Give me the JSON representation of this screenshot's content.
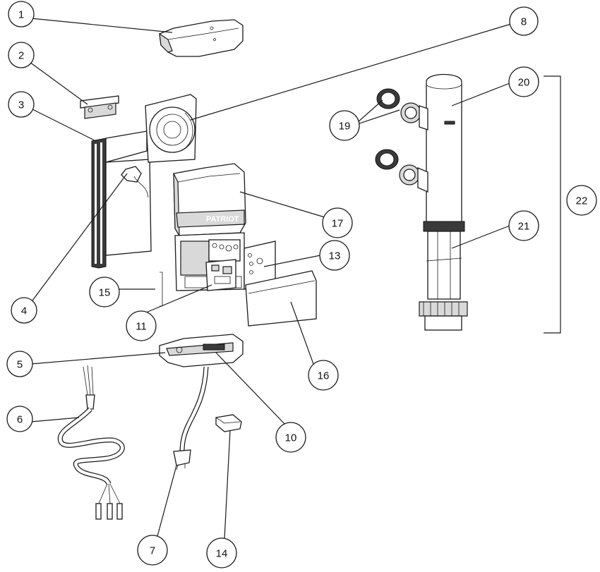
{
  "brand_text": "PATRIOT",
  "callouts": [
    {
      "id": 1,
      "label": "1"
    },
    {
      "id": 2,
      "label": "2"
    },
    {
      "id": 3,
      "label": "3"
    },
    {
      "id": 4,
      "label": "4"
    },
    {
      "id": 5,
      "label": "5"
    },
    {
      "id": 6,
      "label": "6"
    },
    {
      "id": 7,
      "label": "7"
    },
    {
      "id": 8,
      "label": "8"
    },
    {
      "id": 10,
      "label": "10"
    },
    {
      "id": 11,
      "label": "11"
    },
    {
      "id": 13,
      "label": "13"
    },
    {
      "id": 14,
      "label": "14"
    },
    {
      "id": 15,
      "label": "15"
    },
    {
      "id": 16,
      "label": "16"
    },
    {
      "id": 17,
      "label": "17"
    },
    {
      "id": 19,
      "label": "19"
    },
    {
      "id": 20,
      "label": "20"
    },
    {
      "id": 21,
      "label": "21"
    },
    {
      "id": 22,
      "label": "22"
    }
  ]
}
